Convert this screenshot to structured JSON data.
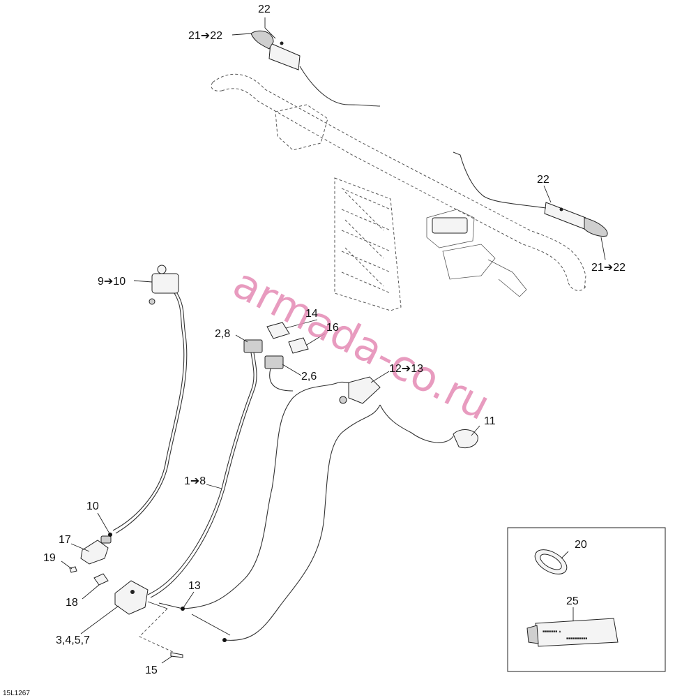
{
  "diagram_code": "15L1267",
  "watermark": "armada-co.ru",
  "callouts": {
    "c22_top": "22",
    "c21_22_top": "21➔22",
    "c22_right": "22",
    "c21_22_right": "21➔22",
    "c9_10": "9➔10",
    "c14": "14",
    "c16": "16",
    "c2_8": "2,8",
    "c2_6": "2,6",
    "c12_13": "12➔13",
    "c11": "11",
    "c1_8": "1➔8",
    "c10": "10",
    "c17": "17",
    "c19": "19",
    "c13": "13",
    "c18": "18",
    "c3_4_5_7": "3,4,5,7",
    "c15": "15",
    "c20": "20",
    "c25": "25"
  }
}
